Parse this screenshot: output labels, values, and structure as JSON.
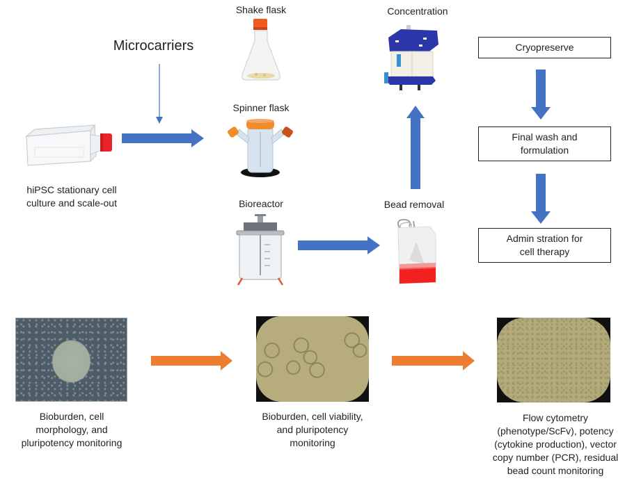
{
  "colors": {
    "process_arrow": "#4472c4",
    "qc_arrow": "#ed7d31",
    "box_border": "#222222",
    "cap_red": "#e8262a",
    "cap_orange": "#f08c2a",
    "concentrator_blue": "#2b36a8",
    "bag_red": "#f2201f"
  },
  "upstream": {
    "microcarriers_label": "Microcarriers",
    "start_label": "hiPSC stationary cell culture and scale-out",
    "start_label_lines": [
      "hiPSC stationary cell",
      "culture and scale-out"
    ],
    "start_icon": "t-flask-icon"
  },
  "vessels": [
    {
      "label": "Shake flask",
      "icon": "shake-flask-icon"
    },
    {
      "label": "Spinner flask",
      "icon": "spinner-flask-icon"
    },
    {
      "label": "Bioreactor",
      "icon": "bioreactor-icon"
    }
  ],
  "downstream": {
    "bead_removal_label": "Bead removal",
    "bead_removal_icon": "cell-bag-icon",
    "concentration_label": "Concentration",
    "concentration_icon": "concentrator-icon"
  },
  "final_steps": [
    {
      "label_lines": [
        "Cryopreserve"
      ]
    },
    {
      "label_lines": [
        "Final wash and",
        "formulation"
      ]
    },
    {
      "label_lines": [
        "Admin stration for",
        "cell therapy"
      ]
    }
  ],
  "monitoring": [
    {
      "image": "hipsc-colony-micrograph",
      "label_lines": [
        "Bioburden, cell",
        "morphology, and",
        "pluripotency monitoring"
      ]
    },
    {
      "image": "microcarrier-aggregates-micrograph",
      "label_lines": [
        "Bioburden, cell viability,",
        "and pluripotency",
        "monitoring"
      ]
    },
    {
      "image": "final-cell-product-micrograph",
      "label_lines": [
        "Flow cytometry",
        "(phenotype/ScFv), potency",
        "(cytokine production), vector",
        "copy number (PCR), residual",
        "bead count monitoring"
      ]
    }
  ]
}
